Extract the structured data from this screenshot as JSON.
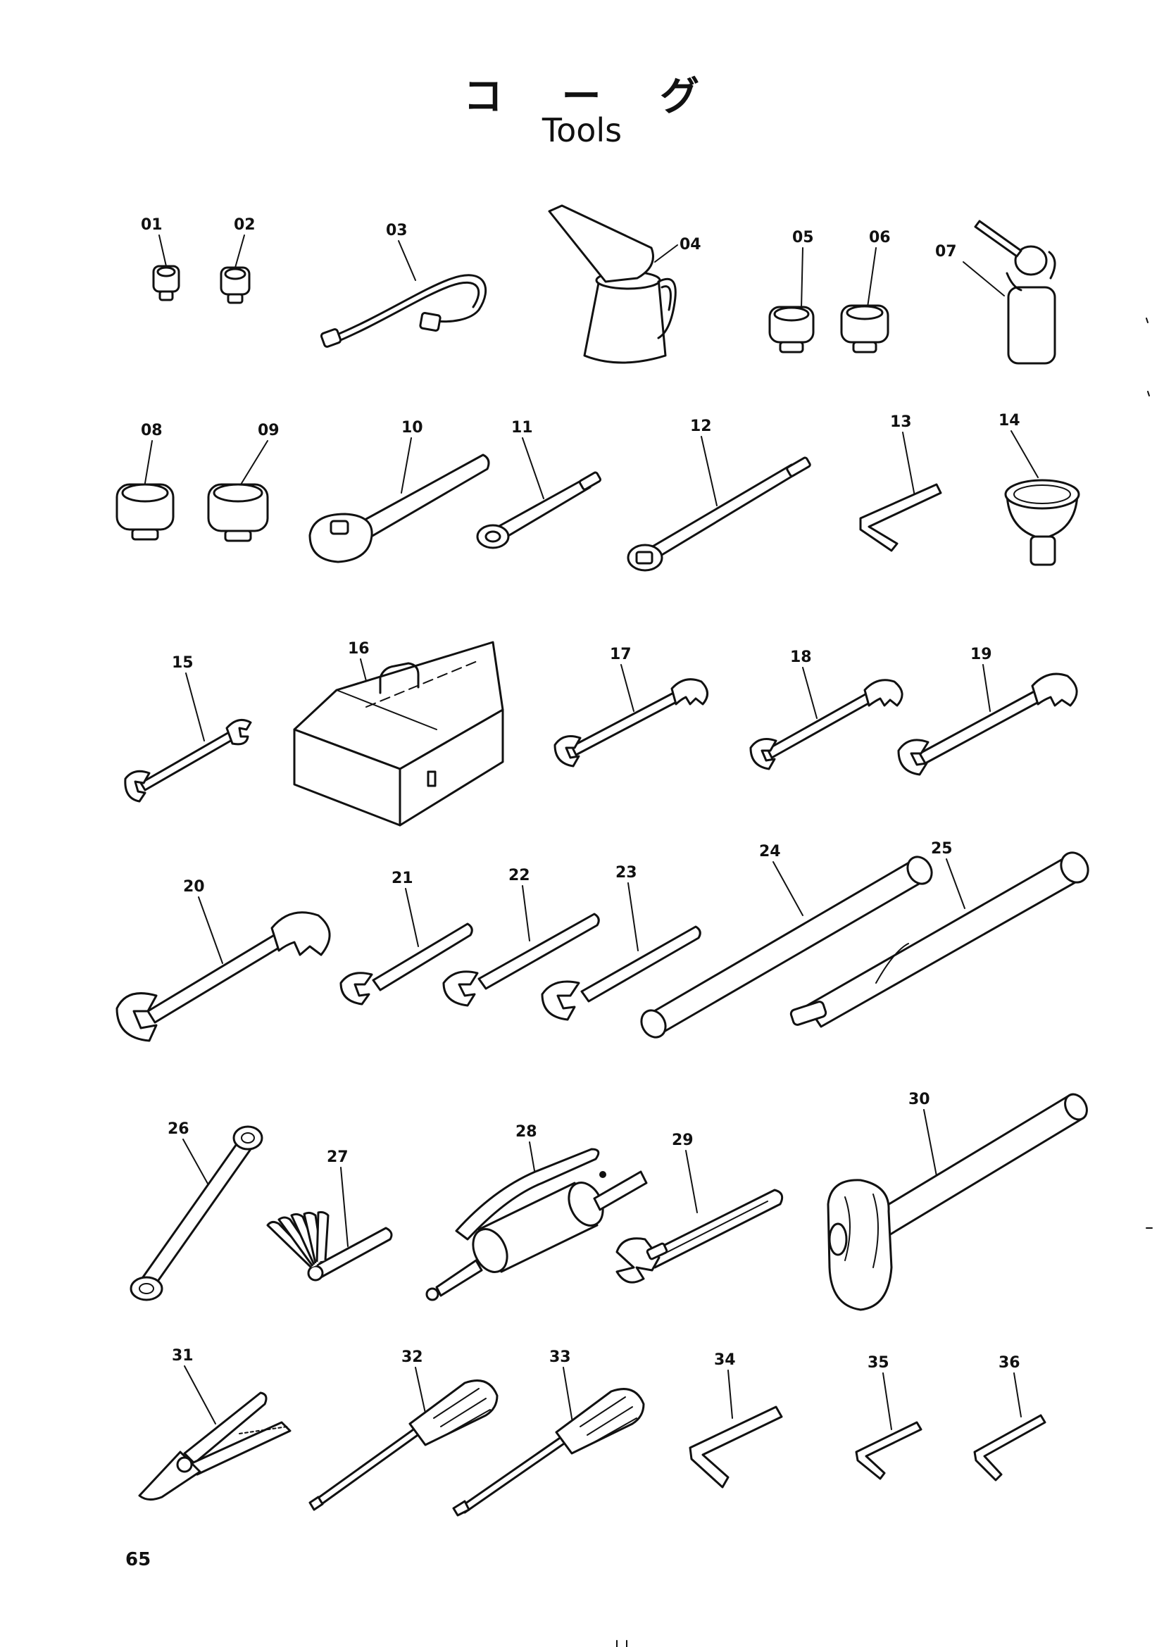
{
  "page": {
    "title_jp": "コ ー グ",
    "title_en": "Tools",
    "page_number": "65"
  },
  "parts": [
    {
      "num": "01"
    },
    {
      "num": "02"
    },
    {
      "num": "03"
    },
    {
      "num": "04"
    },
    {
      "num": "05"
    },
    {
      "num": "06"
    },
    {
      "num": "07"
    },
    {
      "num": "08"
    },
    {
      "num": "09"
    },
    {
      "num": "10"
    },
    {
      "num": "11"
    },
    {
      "num": "12"
    },
    {
      "num": "13"
    },
    {
      "num": "14"
    },
    {
      "num": "15"
    },
    {
      "num": "16"
    },
    {
      "num": "17"
    },
    {
      "num": "18"
    },
    {
      "num": "19"
    },
    {
      "num": "20"
    },
    {
      "num": "21"
    },
    {
      "num": "22"
    },
    {
      "num": "23"
    },
    {
      "num": "24"
    },
    {
      "num": "25"
    },
    {
      "num": "26"
    },
    {
      "num": "27"
    },
    {
      "num": "28"
    },
    {
      "num": "29"
    },
    {
      "num": "30"
    },
    {
      "num": "31"
    },
    {
      "num": "32"
    },
    {
      "num": "33"
    },
    {
      "num": "34"
    },
    {
      "num": "35"
    },
    {
      "num": "36"
    }
  ]
}
